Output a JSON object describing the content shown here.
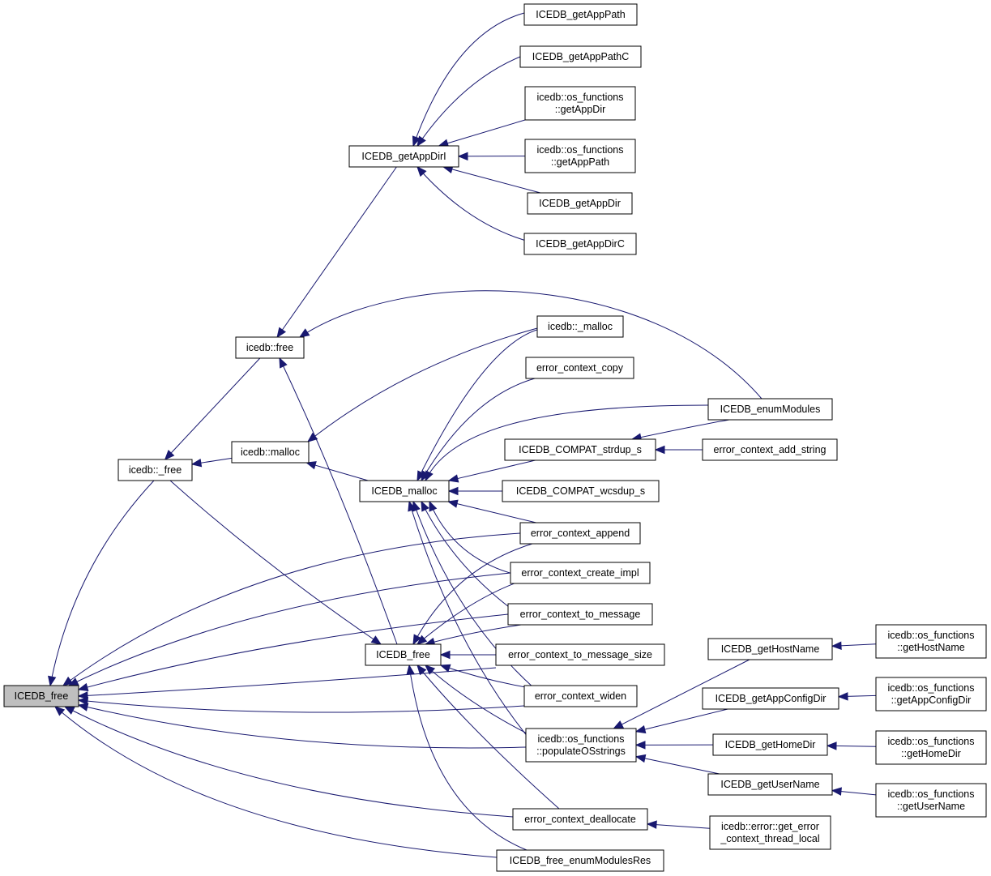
{
  "graph": {
    "nodes": [
      {
        "id": "icedb_free_c",
        "lines": [
          "ICEDB_free"
        ],
        "root": true
      },
      {
        "id": "icedb__free",
        "lines": [
          "icedb::_free"
        ]
      },
      {
        "id": "icedb_free",
        "lines": [
          "icedb::free"
        ]
      },
      {
        "id": "icedb_malloc",
        "lines": [
          "icedb::malloc"
        ]
      },
      {
        "id": "icedb_free_main",
        "lines": [
          "ICEDB_free"
        ]
      },
      {
        "id": "icedb_malloc_c",
        "lines": [
          "ICEDB_malloc"
        ]
      },
      {
        "id": "getAppDirI",
        "lines": [
          "ICEDB_getAppDirI"
        ]
      },
      {
        "id": "getAppPath",
        "lines": [
          "ICEDB_getAppPath"
        ]
      },
      {
        "id": "getAppPathC",
        "lines": [
          "ICEDB_getAppPathC"
        ]
      },
      {
        "id": "os_getAppDir",
        "lines": [
          "icedb::os_functions",
          "::getAppDir"
        ]
      },
      {
        "id": "os_getAppPath",
        "lines": [
          "icedb::os_functions",
          "::getAppPath"
        ]
      },
      {
        "id": "getAppDir",
        "lines": [
          "ICEDB_getAppDir"
        ]
      },
      {
        "id": "getAppDirC",
        "lines": [
          "ICEDB_getAppDirC"
        ]
      },
      {
        "id": "icedb__malloc",
        "lines": [
          "icedb::_malloc"
        ]
      },
      {
        "id": "ec_copy",
        "lines": [
          "error_context_copy"
        ]
      },
      {
        "id": "enumModules",
        "lines": [
          "ICEDB_enumModules"
        ]
      },
      {
        "id": "compat_strdup",
        "lines": [
          "ICEDB_COMPAT_strdup_s"
        ]
      },
      {
        "id": "ec_add_string",
        "lines": [
          "error_context_add_string"
        ]
      },
      {
        "id": "compat_wcsdup",
        "lines": [
          "ICEDB_COMPAT_wcsdup_s"
        ]
      },
      {
        "id": "ec_append",
        "lines": [
          "error_context_append"
        ]
      },
      {
        "id": "ec_create_impl",
        "lines": [
          "error_context_create_impl"
        ]
      },
      {
        "id": "ec_to_message",
        "lines": [
          "error_context_to_message"
        ]
      },
      {
        "id": "ec_to_message_size",
        "lines": [
          "error_context_to_message_size"
        ]
      },
      {
        "id": "ec_widen",
        "lines": [
          "error_context_widen"
        ]
      },
      {
        "id": "populateOSstrings",
        "lines": [
          "icedb::os_functions",
          "::populateOSstrings"
        ]
      },
      {
        "id": "ec_deallocate",
        "lines": [
          "error_context_deallocate"
        ]
      },
      {
        "id": "free_enumModulesRes",
        "lines": [
          "ICEDB_free_enumModulesRes"
        ]
      },
      {
        "id": "getHostName",
        "lines": [
          "ICEDB_getHostName"
        ]
      },
      {
        "id": "getAppConfigDir",
        "lines": [
          "ICEDB_getAppConfigDir"
        ]
      },
      {
        "id": "getHomeDir",
        "lines": [
          "ICEDB_getHomeDir"
        ]
      },
      {
        "id": "getUserName",
        "lines": [
          "ICEDB_getUserName"
        ]
      },
      {
        "id": "get_error_ctx_tl",
        "lines": [
          "icedb::error::get_error",
          "_context_thread_local"
        ]
      },
      {
        "id": "os_getHostName",
        "lines": [
          "icedb::os_functions",
          "::getHostName"
        ]
      },
      {
        "id": "os_getAppConfigDir",
        "lines": [
          "icedb::os_functions",
          "::getAppConfigDir"
        ]
      },
      {
        "id": "os_getHomeDir",
        "lines": [
          "icedb::os_functions",
          "::getHomeDir"
        ]
      },
      {
        "id": "os_getUserName",
        "lines": [
          "icedb::os_functions",
          "::getUserName"
        ]
      }
    ],
    "edges": [
      {
        "from": "icedb__free",
        "to": "icedb_free_c"
      },
      {
        "from": "ec_append",
        "to": "icedb_free_c"
      },
      {
        "from": "ec_create_impl",
        "to": "icedb_free_c"
      },
      {
        "from": "ec_to_message",
        "to": "icedb_free_c"
      },
      {
        "from": "ec_to_message_size",
        "to": "icedb_free_c"
      },
      {
        "from": "ec_widen",
        "to": "icedb_free_c"
      },
      {
        "from": "populateOSstrings",
        "to": "icedb_free_c"
      },
      {
        "from": "ec_deallocate",
        "to": "icedb_free_c"
      },
      {
        "from": "free_enumModulesRes",
        "to": "icedb_free_c"
      },
      {
        "from": "icedb_free",
        "to": "icedb__free"
      },
      {
        "from": "icedb_malloc",
        "to": "icedb__free"
      },
      {
        "from": "getAppDirI",
        "to": "icedb_free"
      },
      {
        "from": "enumModules",
        "to": "icedb_free"
      },
      {
        "from": "icedb_free_main",
        "to": "icedb_free"
      },
      {
        "from": "icedb__malloc",
        "to": "icedb_malloc"
      },
      {
        "from": "icedb_malloc_c",
        "to": "icedb_malloc"
      },
      {
        "from": "icedb__free",
        "to": "icedb_free_main"
      },
      {
        "from": "getAppPath",
        "to": "getAppDirI"
      },
      {
        "from": "getAppPathC",
        "to": "getAppDirI"
      },
      {
        "from": "os_getAppDir",
        "to": "getAppDirI"
      },
      {
        "from": "os_getAppPath",
        "to": "getAppDirI"
      },
      {
        "from": "getAppDir",
        "to": "getAppDirI"
      },
      {
        "from": "getAppDirC",
        "to": "getAppDirI"
      },
      {
        "from": "icedb__malloc",
        "to": "icedb_malloc_c"
      },
      {
        "from": "ec_copy",
        "to": "icedb_malloc_c"
      },
      {
        "from": "enumModules",
        "to": "icedb_malloc_c"
      },
      {
        "from": "compat_strdup",
        "to": "icedb_malloc_c"
      },
      {
        "from": "compat_wcsdup",
        "to": "icedb_malloc_c"
      },
      {
        "from": "ec_append",
        "to": "icedb_malloc_c"
      },
      {
        "from": "ec_create_impl",
        "to": "icedb_malloc_c"
      },
      {
        "from": "ec_to_message",
        "to": "icedb_malloc_c"
      },
      {
        "from": "ec_widen",
        "to": "icedb_malloc_c"
      },
      {
        "from": "populateOSstrings",
        "to": "icedb_malloc_c"
      },
      {
        "from": "enumModules",
        "to": "compat_strdup"
      },
      {
        "from": "ec_add_string",
        "to": "compat_strdup"
      },
      {
        "from": "ec_append",
        "to": "icedb_free_main"
      },
      {
        "from": "ec_create_impl",
        "to": "icedb_free_main"
      },
      {
        "from": "ec_to_message",
        "to": "icedb_free_main"
      },
      {
        "from": "ec_to_message_size",
        "to": "icedb_free_main"
      },
      {
        "from": "ec_widen",
        "to": "icedb_free_main"
      },
      {
        "from": "populateOSstrings",
        "to": "icedb_free_main"
      },
      {
        "from": "ec_deallocate",
        "to": "icedb_free_main"
      },
      {
        "from": "free_enumModulesRes",
        "to": "icedb_free_main"
      },
      {
        "from": "getHostName",
        "to": "populateOSstrings"
      },
      {
        "from": "getAppConfigDir",
        "to": "populateOSstrings"
      },
      {
        "from": "getHomeDir",
        "to": "populateOSstrings"
      },
      {
        "from": "getUserName",
        "to": "populateOSstrings"
      },
      {
        "from": "get_error_ctx_tl",
        "to": "ec_deallocate"
      },
      {
        "from": "os_getHostName",
        "to": "getHostName"
      },
      {
        "from": "os_getAppConfigDir",
        "to": "getAppConfigDir"
      },
      {
        "from": "os_getHomeDir",
        "to": "getHomeDir"
      },
      {
        "from": "os_getUserName",
        "to": "getUserName"
      }
    ]
  }
}
